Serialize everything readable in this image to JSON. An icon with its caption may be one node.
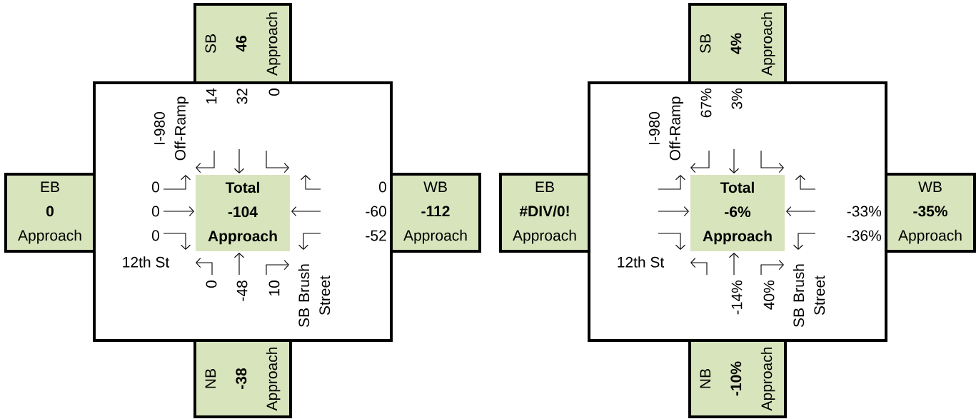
{
  "diagram": {
    "nodes": [
      {
        "text": [],
        "shape": "box"
      },
      {
        "text": [
          "SB",
          "46",
          "Approach"
        ]
      },
      {
        "text": [
          "EB",
          "0",
          "Approach"
        ]
      },
      {
        "text": [
          "Total",
          "-104",
          "Approach"
        ],
        "in": 0
      },
      {
        "text": [
          "WB",
          "-112",
          "Approach"
        ]
      },
      {
        "text": [
          "NB",
          "-38",
          "Approach"
        ]
      },
      {
        "text": [],
        "shape": "box"
      },
      {
        "text": [
          "SB",
          "4%",
          "Approach"
        ]
      },
      {
        "text": [
          "EB",
          "#DIV/0!",
          "Approach"
        ]
      },
      {
        "text": [
          "Total",
          "-6%",
          "Approach"
        ],
        "in": 6
      },
      {
        "text": [
          "WB",
          "-35%",
          "Approach"
        ]
      },
      {
        "text": [
          "NB",
          "-10%",
          "Approach"
        ]
      }
    ],
    "labels": [
      "I-980 Off-Ramp",
      "14",
      "32",
      "0",
      "0",
      "0",
      "0",
      "-60",
      "0",
      "-52",
      "12th St",
      "0",
      "-48",
      "10",
      "SB Brush Street",
      "I-980 Off-Ramp",
      "67%",
      "3%",
      "-33%",
      "-36%",
      "12th St",
      "-14%",
      "40%",
      "SB Brush Street"
    ]
  }
}
